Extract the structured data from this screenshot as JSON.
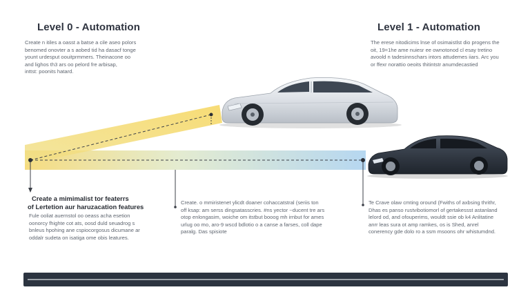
{
  "level0": {
    "title": "Level 0 - Automation",
    "description": [
      "Create n itiles a oasst a batse a cile aseo polors",
      "benomed onovter a s aobed tid ha dasacf tonge",
      "yount urdesput oouitprmmers. Theinacone oo",
      "and lighos th3 ars oo pelord fre arbisap,",
      "inttst: poonits hatard."
    ]
  },
  "level1": {
    "title": "Level 1 - Automation",
    "description": [
      "The erese nitodicims lnse of osimaistlst dio progens the",
      "oit, 19=1he ame nuiesr ee ownotonod cl esay tretino",
      "avoold n tadesinnschars intors attudemes iiars. Arc you",
      "or ffexr norattio oeoits thitintstr anumdecastied"
    ]
  },
  "feature_left": {
    "title": [
      "Create a mimimalist tor featerrs",
      "of Lertetion aur haruzacation features"
    ],
    "description": [
      "Fule ooliat auernstol oo oeass acha esetion",
      "oonorcy fhighte cot ats, oosd duld seuadrog s",
      "bnleus hpohing ane cspiocorgosus dicumane ar",
      "oddalr sudeta on isatiga ome obis leatures."
    ]
  },
  "feature_middle": {
    "description": [
      "Create. o mmiristenet ylicdt doaner cohaccatstral (seriis ton",
      "off ksap: am serss dingsatasscries. #ns yector ~ducent tre ars",
      "otop enlongasim, woiche om itstbut booog mh irnbut for ames",
      "urlug oo mo, aro-9 wscd bdlotio o a canse a farses, coll dape",
      "paralg. Das spisiote"
    ]
  },
  "feature_right": {
    "description": [
      "Te Crave olaw cmting oround (Fwiths of axbsing thrithr,",
      "Dhas es panso rustvibotiomorl of gertakessst astanland",
      "lelord od, and ofouperims, wouldt ssie ob k4 Anlitatine",
      "anrr leas sura ot amp ramkes, os is Shed, anrel",
      "conerency gde dolo ro a ssm msoons ohr whistumdnd."
    ]
  },
  "colors": {
    "gradient_left": "#f4d66a",
    "gradient_mid": "#dfe8c8",
    "gradient_right": "#a9d0ee",
    "guide_line": "#3b3f47",
    "road": "#2c3440",
    "road_stripe": "#dfe3e8",
    "car_silver": "#e9ecf0",
    "car_dark": "#343c47"
  },
  "icons": [
    "sedan-silver-icon",
    "sedan-dark-icon"
  ]
}
